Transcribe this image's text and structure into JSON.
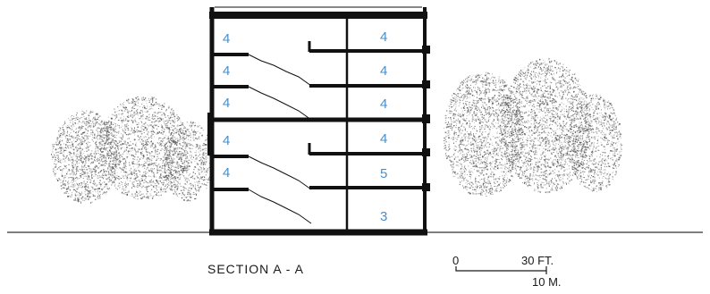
{
  "diagram": {
    "caption": "SECTION A - A",
    "scale_bar": {
      "start_label": "0",
      "feet_label": "30 FT.",
      "meters_label": "10 M."
    },
    "left_unit_levels": [
      "4",
      "4",
      "4",
      "4",
      "4"
    ],
    "right_unit_levels": [
      "4",
      "4",
      "4",
      "4",
      "5",
      "3"
    ],
    "level_label_color": "#4a8fc9",
    "line_color": "#111111",
    "foliage_color": "#555555"
  }
}
